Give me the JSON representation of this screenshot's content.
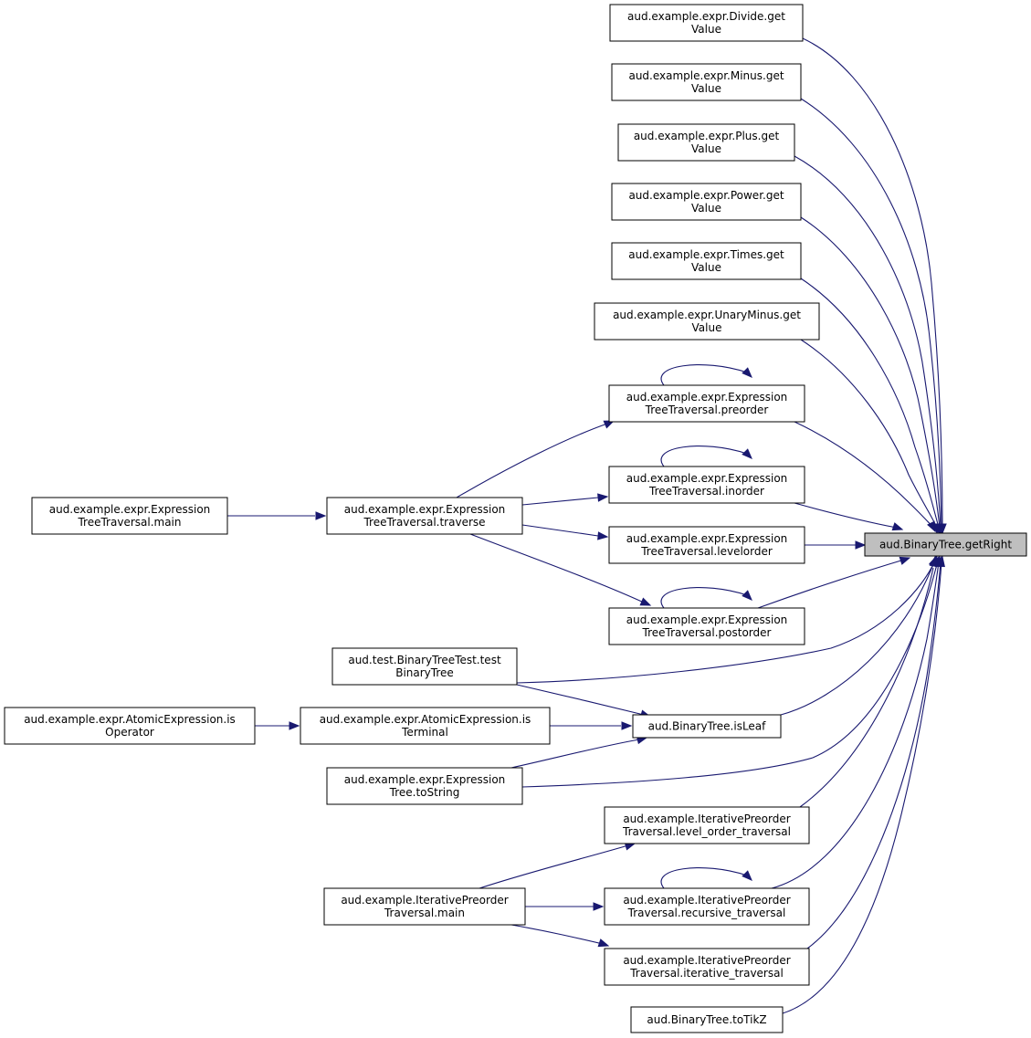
{
  "colors": {
    "edge": "#191970",
    "node_border": "#000000",
    "focus_fill": "#bfbfbf",
    "node_fill": "#ffffff"
  },
  "nodes": [
    {
      "id": "getRight",
      "lines": [
        "aud.BinaryTree.getRight"
      ],
      "focus": true
    },
    {
      "id": "divide",
      "lines": [
        "aud.example.expr.Divide.get",
        "Value"
      ]
    },
    {
      "id": "minus",
      "lines": [
        "aud.example.expr.Minus.get",
        "Value"
      ]
    },
    {
      "id": "plus",
      "lines": [
        "aud.example.expr.Plus.get",
        "Value"
      ]
    },
    {
      "id": "power",
      "lines": [
        "aud.example.expr.Power.get",
        "Value"
      ]
    },
    {
      "id": "times",
      "lines": [
        "aud.example.expr.Times.get",
        "Value"
      ]
    },
    {
      "id": "uminus",
      "lines": [
        "aud.example.expr.UnaryMinus.get",
        "Value"
      ]
    },
    {
      "id": "preorder",
      "lines": [
        "aud.example.expr.Expression",
        "TreeTraversal.preorder"
      ]
    },
    {
      "id": "inorder",
      "lines": [
        "aud.example.expr.Expression",
        "TreeTraversal.inorder"
      ]
    },
    {
      "id": "levelorder",
      "lines": [
        "aud.example.expr.Expression",
        "TreeTraversal.levelorder"
      ]
    },
    {
      "id": "postorder",
      "lines": [
        "aud.example.expr.Expression",
        "TreeTraversal.postorder"
      ]
    },
    {
      "id": "traverse",
      "lines": [
        "aud.example.expr.Expression",
        "TreeTraversal.traverse"
      ]
    },
    {
      "id": "ettmain",
      "lines": [
        "aud.example.expr.Expression",
        "TreeTraversal.main"
      ]
    },
    {
      "id": "testbt",
      "lines": [
        "aud.test.BinaryTreeTest.test",
        "BinaryTree"
      ]
    },
    {
      "id": "isleaf",
      "lines": [
        "aud.BinaryTree.isLeaf"
      ]
    },
    {
      "id": "isterminal",
      "lines": [
        "aud.example.expr.AtomicExpression.is",
        "Terminal"
      ]
    },
    {
      "id": "isoperator",
      "lines": [
        "aud.example.expr.AtomicExpression.is",
        "Operator"
      ]
    },
    {
      "id": "tostring",
      "lines": [
        "aud.example.expr.Expression",
        "Tree.toString"
      ]
    },
    {
      "id": "levelot",
      "lines": [
        "aud.example.IterativePreorder",
        "Traversal.level_order_traversal"
      ]
    },
    {
      "id": "recursive",
      "lines": [
        "aud.example.IterativePreorder",
        "Traversal.recursive_traversal"
      ]
    },
    {
      "id": "iterative",
      "lines": [
        "aud.example.IterativePreorder",
        "Traversal.iterative_traversal"
      ]
    },
    {
      "id": "iptmain",
      "lines": [
        "aud.example.IterativePreorder",
        "Traversal.main"
      ]
    },
    {
      "id": "totikz",
      "lines": [
        "aud.BinaryTree.toTikZ"
      ]
    }
  ],
  "edges": [
    {
      "from": "divide",
      "to": "getRight"
    },
    {
      "from": "minus",
      "to": "getRight"
    },
    {
      "from": "plus",
      "to": "getRight"
    },
    {
      "from": "power",
      "to": "getRight"
    },
    {
      "from": "times",
      "to": "getRight"
    },
    {
      "from": "uminus",
      "to": "getRight"
    },
    {
      "from": "preorder",
      "to": "getRight"
    },
    {
      "from": "inorder",
      "to": "getRight"
    },
    {
      "from": "levelorder",
      "to": "getRight"
    },
    {
      "from": "postorder",
      "to": "getRight"
    },
    {
      "from": "testbt",
      "to": "getRight"
    },
    {
      "from": "isleaf",
      "to": "getRight"
    },
    {
      "from": "tostring",
      "to": "getRight"
    },
    {
      "from": "levelot",
      "to": "getRight"
    },
    {
      "from": "recursive",
      "to": "getRight"
    },
    {
      "from": "iterative",
      "to": "getRight"
    },
    {
      "from": "totikz",
      "to": "getRight"
    },
    {
      "from": "preorder",
      "to": "preorder"
    },
    {
      "from": "inorder",
      "to": "inorder"
    },
    {
      "from": "postorder",
      "to": "postorder"
    },
    {
      "from": "recursive",
      "to": "recursive"
    },
    {
      "from": "traverse",
      "to": "preorder"
    },
    {
      "from": "traverse",
      "to": "inorder"
    },
    {
      "from": "traverse",
      "to": "levelorder"
    },
    {
      "from": "traverse",
      "to": "postorder"
    },
    {
      "from": "ettmain",
      "to": "traverse"
    },
    {
      "from": "testbt",
      "to": "isleaf"
    },
    {
      "from": "isterminal",
      "to": "isleaf"
    },
    {
      "from": "tostring",
      "to": "isleaf"
    },
    {
      "from": "isoperator",
      "to": "isterminal"
    },
    {
      "from": "iptmain",
      "to": "levelot"
    },
    {
      "from": "iptmain",
      "to": "recursive"
    },
    {
      "from": "iptmain",
      "to": "iterative"
    }
  ]
}
